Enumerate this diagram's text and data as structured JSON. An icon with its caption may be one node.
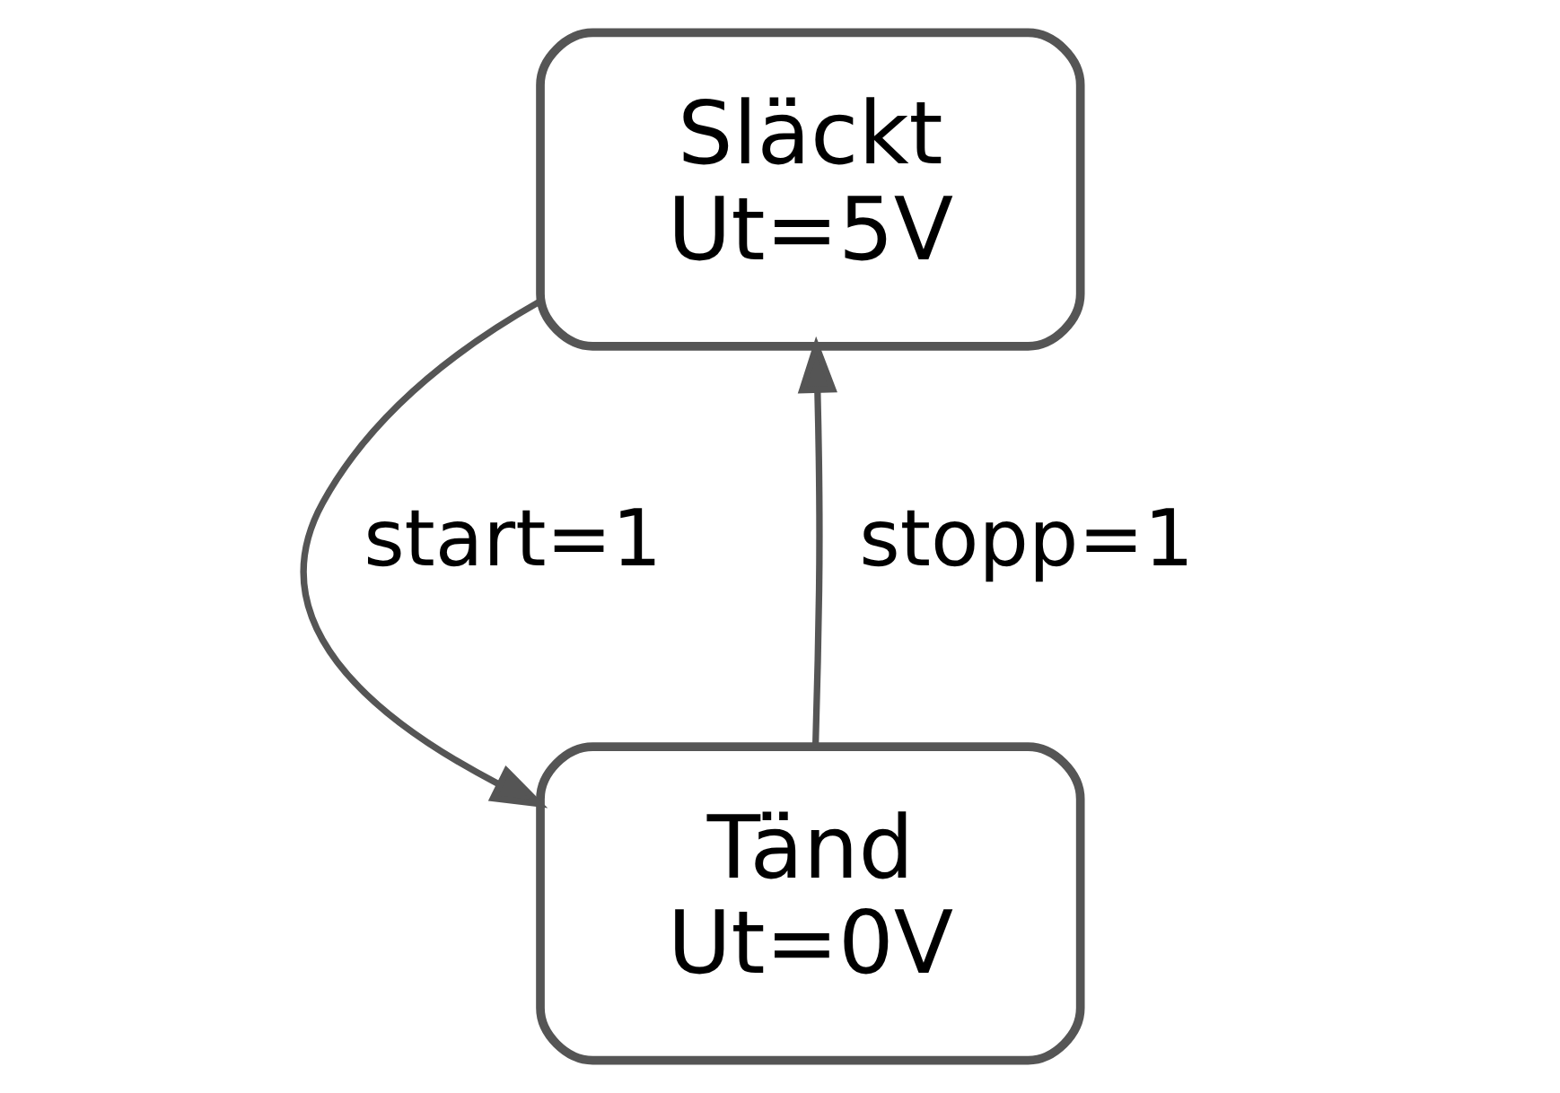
{
  "diagram": {
    "nodes": [
      {
        "text": [
          "Släckt",
          "Ut=5V"
        ]
      },
      {
        "text": [
          "Tänd",
          "Ut=0V"
        ]
      }
    ],
    "edges": [
      {
        "from": 1,
        "to": 0,
        "arrow": "to",
        "label": "stopp=1"
      },
      {
        "from": 0,
        "to": 1,
        "arrow": "to",
        "label": "start=1"
      }
    ]
  }
}
